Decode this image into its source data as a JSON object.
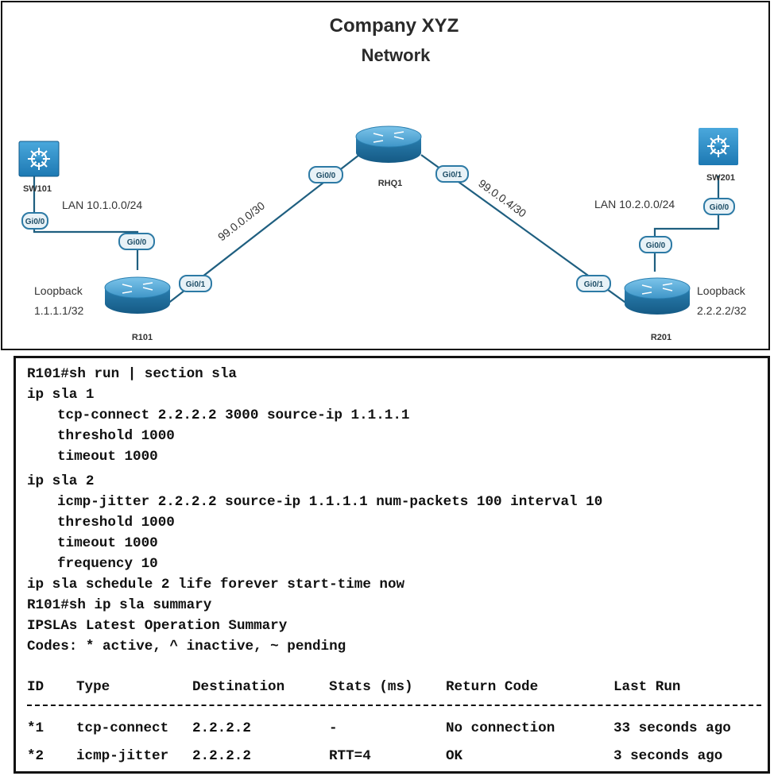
{
  "diagram": {
    "title_line1": "Company XYZ",
    "title_line2": "Network",
    "devices": {
      "sw101": "SW101",
      "sw201": "SW201",
      "rhq1": "RHQ1",
      "r101": "R101",
      "r201": "R201"
    },
    "lan_left": "LAN 10.1.0.0/24",
    "lan_right": "LAN 10.2.0.0/24",
    "loopback_left_label": "Loopback",
    "loopback_left_ip": "1.1.1.1/32",
    "loopback_right_label": "Loopback",
    "loopback_right_ip": "2.2.2.2/32",
    "subnet_left": "99.0.0.0/30",
    "subnet_right": "99.0.0.4/30",
    "interfaces": {
      "sw101_gi00": "Gi0/0",
      "r101_gi00": "Gi0/0",
      "r101_gi01": "Gi0/1",
      "rhq1_gi00": "Gi0/0",
      "rhq1_gi01": "Gi0/1",
      "r201_gi01": "Gi0/1",
      "r201_gi00": "Gi0/0",
      "sw201_gi00": "Gi0/0"
    },
    "colors": {
      "router_top": "#4fa7d6",
      "router_side": "#1e6e9e",
      "switch_fill": "#2a8bc6",
      "link": "#1f5f80",
      "iface_fill": "#e8f2f7",
      "iface_stroke": "#2d7aa5"
    }
  },
  "terminal": {
    "lines": [
      "R101#sh run | section sla",
      "ip sla 1",
      "tcp-connect 2.2.2.2 3000 source-ip 1.1.1.1",
      "threshold 1000",
      "timeout 1000",
      "ip sla 2",
      "icmp-jitter 2.2.2.2 source-ip 1.1.1.1 num-packets 100 interval 10",
      "threshold 1000",
      "timeout 1000",
      "frequency 10",
      "ip sla schedule 2 life forever start-time now",
      "R101#sh ip sla summary",
      "IPSLAs Latest Operation Summary",
      "Codes: * active, ^ inactive, ~ pending"
    ],
    "table": {
      "headers": [
        "ID",
        "Type",
        "Destination",
        "Stats (ms)",
        "Return Code",
        "Last Run"
      ],
      "rows": [
        [
          "*1",
          "tcp-connect",
          "2.2.2.2",
          "-",
          "No connection",
          "33 seconds ago"
        ],
        [
          "*2",
          "icmp-jitter",
          "2.2.2.2",
          "RTT=4",
          "OK",
          "3 seconds ago"
        ]
      ]
    }
  }
}
